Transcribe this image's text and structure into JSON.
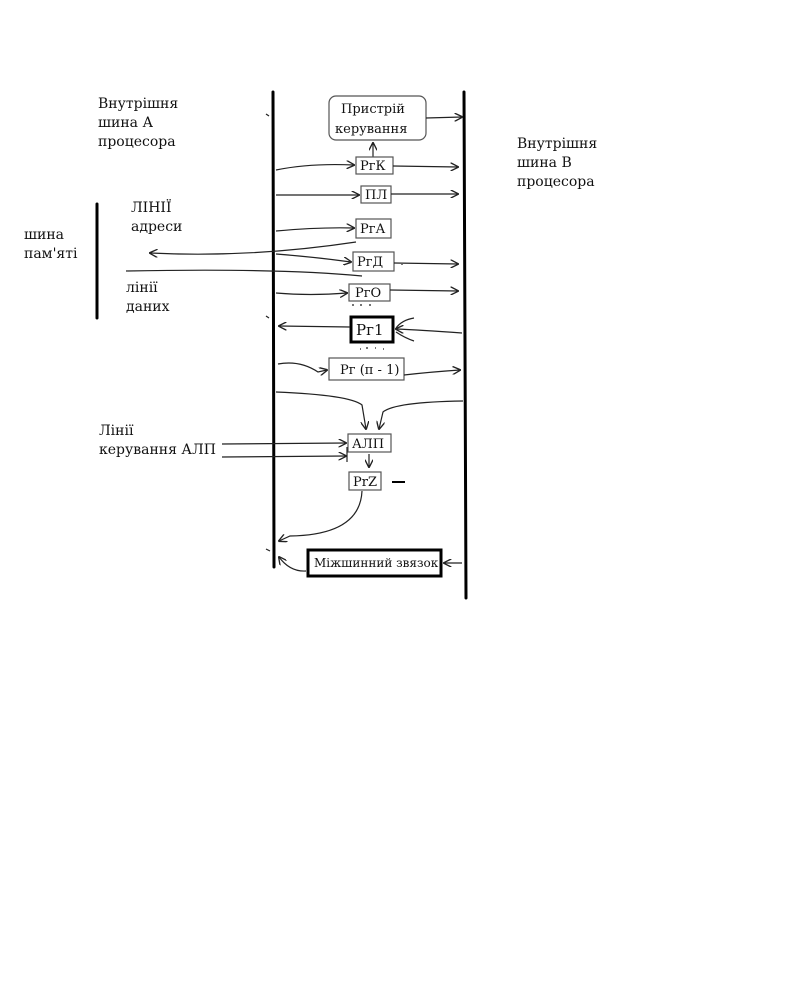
{
  "labels": {
    "bus_a": [
      "Внутрішня",
      "шина  А",
      "процесора"
    ],
    "bus_b": [
      "Внутрішня",
      "шина В",
      "процесора"
    ],
    "memory_bus": [
      "шина",
      "пам'яті"
    ],
    "address_lines": [
      "ЛІНІЇ",
      "адреси"
    ],
    "data_lines": [
      "лінії",
      "даних"
    ],
    "alu_control": [
      "Лінії",
      "керування АЛП"
    ]
  },
  "blocks": {
    "control_unit": [
      "Пристрій",
      "керування"
    ],
    "rgk": "РгК",
    "pl": "ПЛ",
    "rga": "РгА",
    "rgd": "РгД",
    "rgo": "РгО",
    "rg1": "Рг1",
    "rgn": "Рг (п - 1)",
    "alu": "АЛП",
    "rgz": "PrZ",
    "interbus": "Міжшинний звязок"
  }
}
